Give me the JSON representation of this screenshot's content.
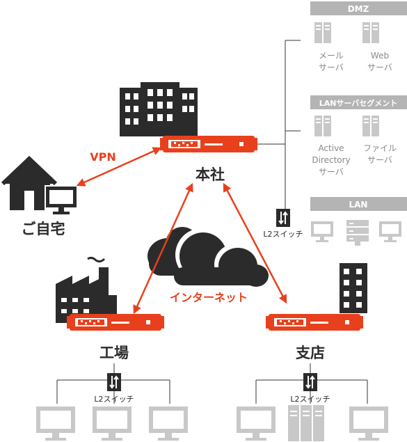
{
  "colors": {
    "accent": "#e8401c",
    "dark": "#2b2b2b",
    "header_bar": "#b4b4b4",
    "equipment_gray": "#c8c8c8",
    "gray_text": "#888888",
    "line": "#333333"
  },
  "segments": {
    "dmz": {
      "title": "DMZ",
      "servers": [
        {
          "line1": "メール",
          "line2": "サーバ"
        },
        {
          "line1": "Web",
          "line2": "サーバ"
        }
      ]
    },
    "lan_server": {
      "title": "LANサーバセグメント",
      "servers": [
        {
          "line1": "Active",
          "line2": "Directory",
          "line3": "サーバ"
        },
        {
          "line1": "ファイル",
          "line2": "サーバ"
        }
      ]
    },
    "lan": {
      "title": "LAN"
    }
  },
  "sites": {
    "hq": "本社",
    "home": "ご自宅",
    "factory": "工場",
    "branch": "支店"
  },
  "links": {
    "vpn": "VPN",
    "internet": "インターネット"
  },
  "switch_label": "L2スイッチ",
  "icons": {
    "switch": "switch-icon",
    "router": "router-icon",
    "server": "server-icon",
    "monitor": "monitor-icon",
    "cloud": "cloud-icon",
    "house": "house-icon",
    "building": "building-icon",
    "factory": "factory-icon"
  }
}
